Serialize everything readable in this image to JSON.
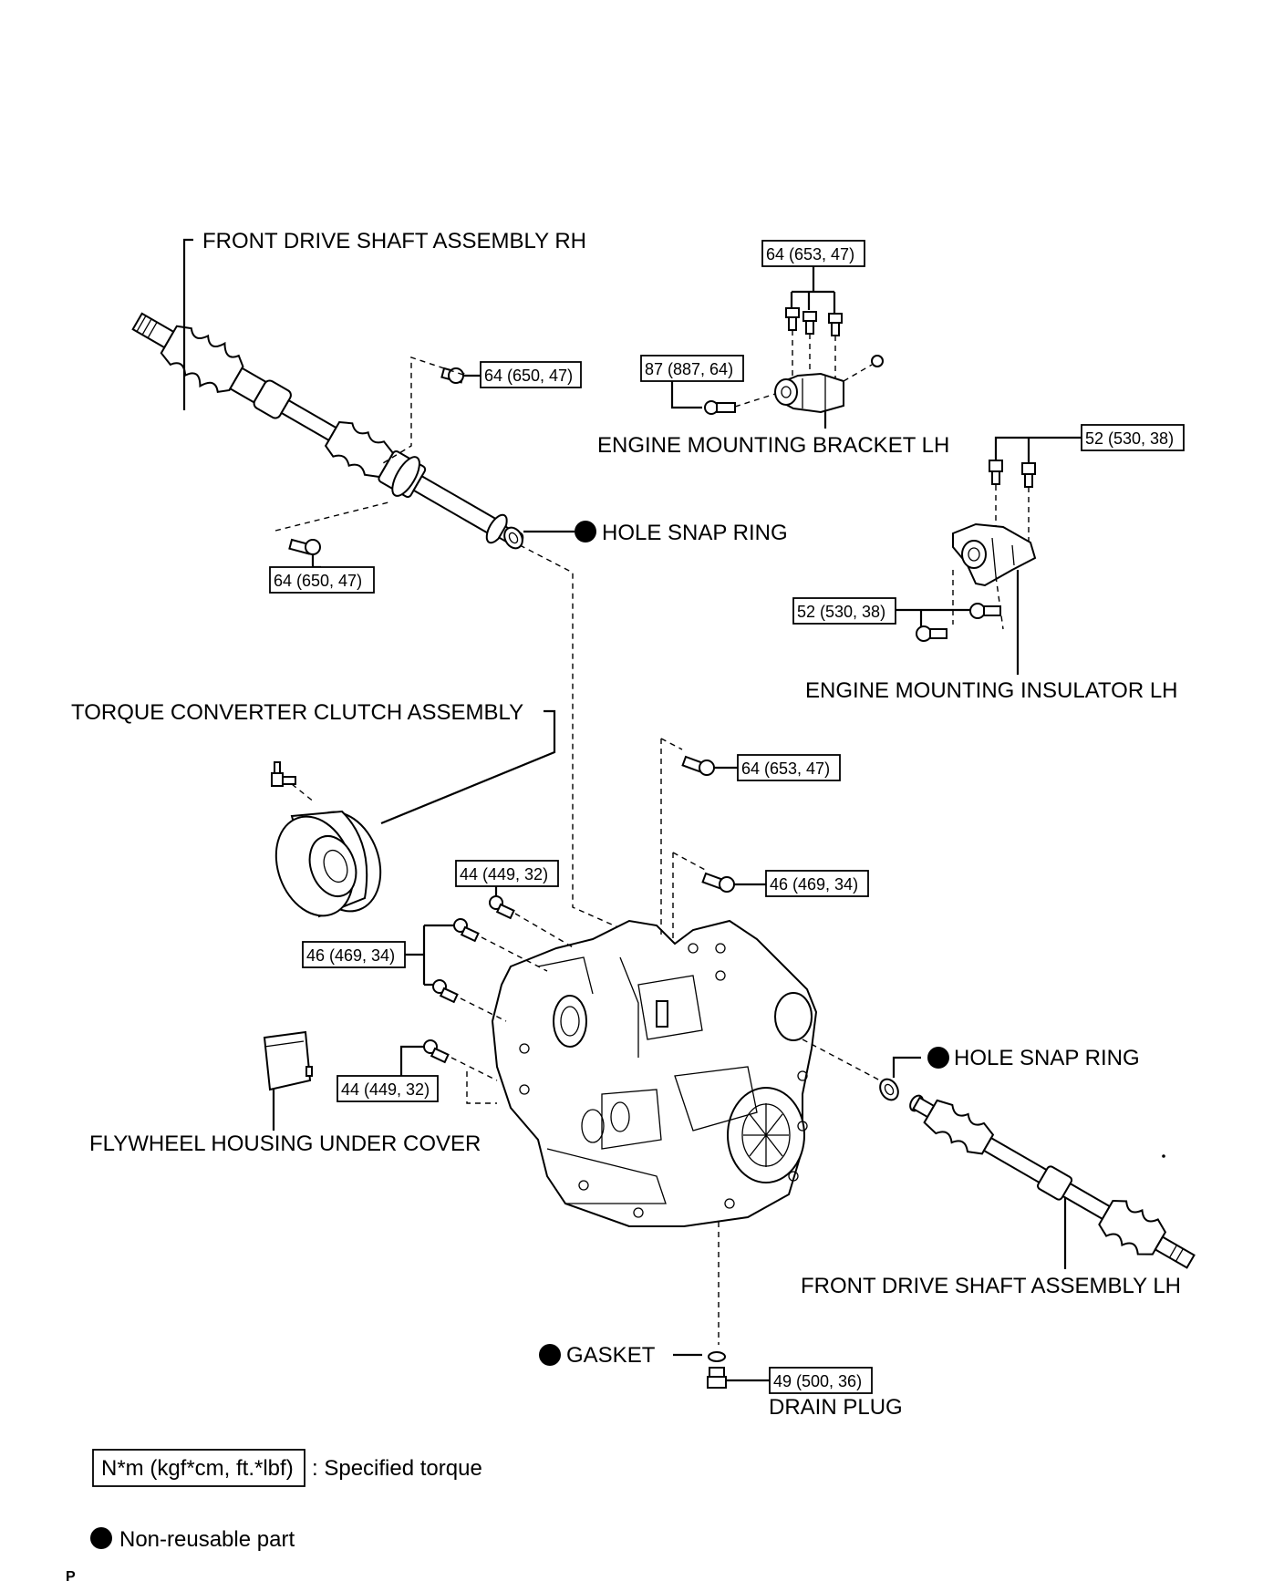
{
  "labels": {
    "front_drive_shaft_rh": "FRONT DRIVE SHAFT ASSEMBLY RH",
    "engine_mounting_bracket_lh": "ENGINE MOUNTING BRACKET LH",
    "hole_snap_ring_upper": "HOLE SNAP RING",
    "engine_mounting_insulator_lh": "ENGINE MOUNTING INSULATOR LH",
    "torque_converter_clutch": "TORQUE CONVERTER CLUTCH ASSEMBLY",
    "flywheel_housing_under_cover": "FLYWHEEL HOUSING UNDER COVER",
    "hole_snap_ring_lower": "HOLE SNAP RING",
    "front_drive_shaft_lh": "FRONT DRIVE SHAFT ASSEMBLY LH",
    "gasket": "GASKET",
    "drain_plug": "DRAIN PLUG"
  },
  "torques": {
    "bracket_top": "64 (653, 47)",
    "bracket_side": "87 (887, 64)",
    "rh_upper": "64 (650, 47)",
    "rh_lower": "64 (650, 47)",
    "insulator_top": "52 (530, 38)",
    "insulator_side": "52 (530, 38)",
    "trans_upper": "64 (653, 47)",
    "trans_right": "46 (469, 34)",
    "trans_top_left": "44 (449, 32)",
    "trans_left": "46 (469, 34)",
    "trans_lower_left": "44 (449, 32)",
    "drain_plug": "49 (500, 36)"
  },
  "legend": {
    "torque_unit": "N*m (kgf*cm, ft.*lbf)",
    "torque_desc": ": Specified torque",
    "nonreusable_desc": "Non-reusable part"
  },
  "corner_mark": "P"
}
